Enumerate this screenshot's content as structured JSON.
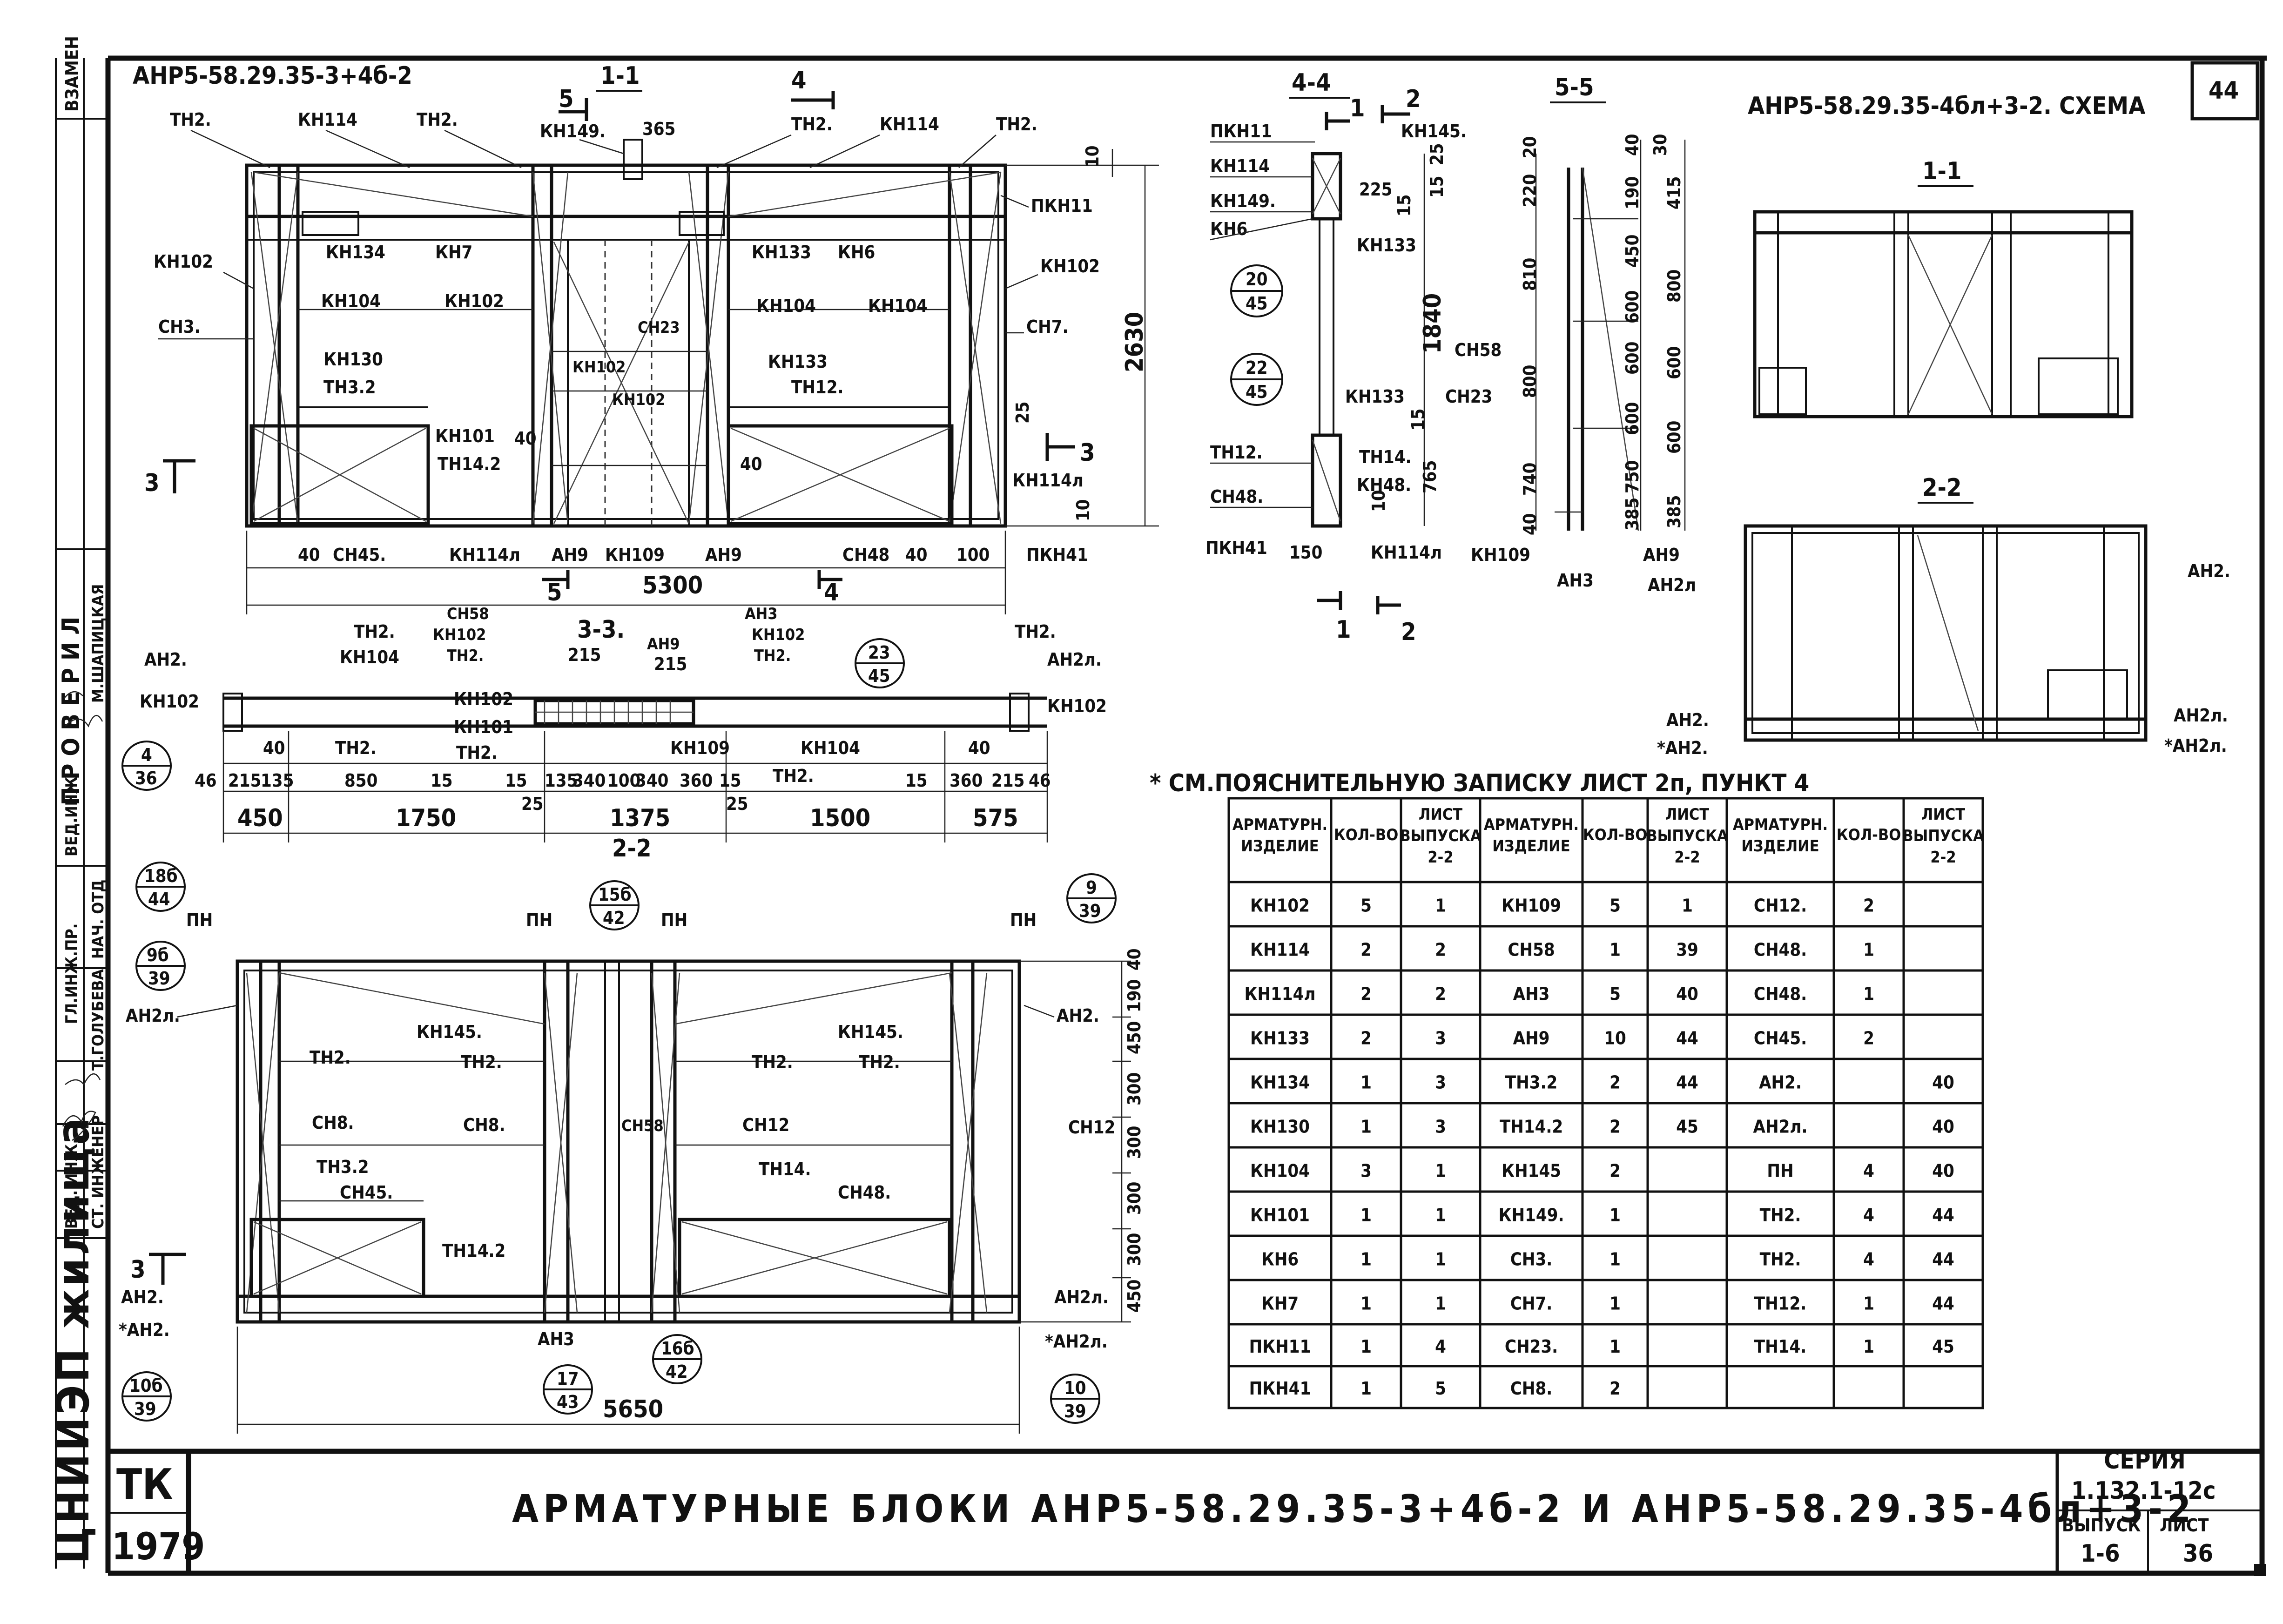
{
  "frame": {
    "side_stamps": [
      "ВЗАМЕН",
      "ПРОВЕРИЛ",
      "ВЕД.ИНЖ",
      "НАЧ. ОТД",
      "СТ. ИНЖЕНЕР",
      "ВЕД. ИНЖ.",
      "ГЛ.ИНЖ.ПР.",
      "М.ШАПИЦКАЯ",
      "Т.ГОЛУБЕВА"
    ],
    "org": "ЦНИИЭП жилища",
    "logo": "ТК",
    "year": "1979",
    "sheet_number_top": "44",
    "series_label": "СЕРИЯ",
    "series_value": "1.132.1-12с",
    "issue_label": "ВЫПУСК",
    "issue_value": "1-6",
    "sheet_label": "ЛИСТ",
    "sheet_value": "36",
    "title": "АРМАТУРНЫЕ БЛОКИ АНР5-58.29.35-3+4б-2 И АНР5-58.29.35-4бл+3-2"
  },
  "drawings": {
    "elev_top": {
      "title": "АНР5-58.29.35-3+4б-2",
      "cut_1": "1-1",
      "cut_5": "5",
      "cut_4": "4",
      "cut_3": "3",
      "dims": {
        "overall_w": "5300",
        "overall_h": "2630",
        "d365": "365",
        "d40a": "40",
        "d40b": "40",
        "d40c": "40",
        "d100": "100",
        "d10a": "10",
        "d10b": "10",
        "d25": "25",
        "d40d": "40"
      },
      "labels": [
        "ТН2.",
        "КН114",
        "ТН2.",
        "ТН2.",
        "КН114",
        "ТН2.",
        "КН149.",
        "КН102",
        "СН3.",
        "КН134",
        "КН7",
        "КН104",
        "КН102",
        "КН130",
        "ТН3.2",
        "КН101",
        "ТН14.2",
        "КН133",
        "КН6",
        "КН104",
        "КН104",
        "КН133",
        "ТН12.",
        "ПКН11",
        "КН102",
        "СН7.",
        "КН114л",
        "ПКН41",
        "СН45.",
        "КН114л",
        "АН9",
        "КН109",
        "АН9",
        "СН48",
        "КН102",
        "КН102",
        "СН23"
      ]
    },
    "plan_33": {
      "title": "3-3.",
      "dims": [
        "450",
        "1750",
        "1375",
        "1500",
        "575",
        "46",
        "215",
        "135",
        "850",
        "15",
        "25",
        "15",
        "135",
        "340",
        "100",
        "340",
        "360",
        "15",
        "25",
        "15",
        "360",
        "215",
        "46",
        "40",
        "40",
        "215",
        "215"
      ],
      "labels": [
        "АН2.",
        "КН102",
        "ТН2.",
        "КН104",
        "ТН2.",
        "СН58",
        "КН102",
        "ТН2.",
        "КН102",
        "КН101",
        "ТН2.",
        "АН9",
        "АН3",
        "КН102",
        "ТН2.",
        "КН109",
        "КН104",
        "ТН2.",
        "ТН2.",
        "АН2л.",
        "КН102"
      ],
      "callout_a": {
        "top": "4",
        "bottom": "36"
      },
      "callout_b": {
        "top": "23",
        "bottom": "45"
      }
    },
    "elev_bottom": {
      "title": "2-2",
      "dims": {
        "overall_w": "5650",
        "d40": "40",
        "d190": "190",
        "d450a": "450",
        "d300a": "300",
        "d300b": "300",
        "d300c": "300",
        "d300d": "300",
        "d450b": "450"
      },
      "labels": [
        "ПН",
        "АН2л.",
        "ТН2.",
        "СН8.",
        "ТН3.2",
        "СН45.",
        "КН145.",
        "ТН2.",
        "СН8.",
        "ПН",
        "ПН",
        "СН58",
        "СН12",
        "ТН2.",
        "ТН14.",
        "СН48.",
        "ТН14.2",
        "КН145.",
        "ТН2.",
        "ПН",
        "АН2.",
        "СН12",
        "АН2л.",
        "*АН2л.",
        "АН2.",
        "*АН2.",
        "АН3"
      ],
      "callouts": [
        {
          "top": "18б",
          "bottom": "44"
        },
        {
          "top": "9б",
          "bottom": "39"
        },
        {
          "top": "15б",
          "bottom": "42"
        },
        {
          "top": "9",
          "bottom": "39"
        },
        {
          "top": "10б",
          "bottom": "39"
        },
        {
          "top": "17",
          "bottom": "43"
        },
        {
          "top": "16б",
          "bottom": "42"
        },
        {
          "top": "10",
          "bottom": "39"
        }
      ]
    },
    "sec_44": {
      "title": "4-4",
      "dims": [
        "25",
        "15",
        "225",
        "15",
        "1840",
        "15",
        "765",
        "10",
        "150"
      ],
      "labels": [
        "ПКН11",
        "КН114",
        "КН149.",
        "КН6",
        "КН145.",
        "КН133",
        "КН133",
        "ТН12.",
        "ТН14.",
        "КН48.",
        "СН48.",
        "ПКН41",
        "КН114л"
      ],
      "callout_a": {
        "top": "20",
        "bottom": "45"
      },
      "callout_b": {
        "top": "22",
        "bottom": "45"
      },
      "cut_1": "1",
      "cut_2": "2"
    },
    "sec_55": {
      "title": "5-5",
      "left_dims": [
        "20",
        "220",
        "810",
        "800",
        "740",
        "40"
      ],
      "right_dims": [
        "40",
        "190",
        "450",
        "600",
        "600",
        "600",
        "750",
        "385",
        "30"
      ],
      "outer_dims": [
        "415",
        "800",
        "600",
        "600",
        "385"
      ],
      "labels": [
        "СН58",
        "СН23",
        "КН109",
        "АН3",
        "АН9"
      ]
    },
    "scheme": {
      "title": "АНР5-58.29.35-4бл+3-2. СХЕМА",
      "cut_1": "1-1",
      "cut_2": "2-2",
      "labels": [
        "АН2.",
        "АН2л",
        "АН2.",
        "*АН2.",
        "АН2л.",
        "*АН2л."
      ]
    }
  },
  "schedule": {
    "note": "* СМ.ПОЯСНИТЕЛЬНУЮ ЗАПИСКУ ЛИСТ 2п, ПУНКТ 4",
    "headers": [
      "АРМАТУРН. ИЗДЕЛИЕ",
      "КОЛ-ВО",
      "ЛИСТ ВЫПУСКА 2-2"
    ],
    "rows": [
      [
        "КН102",
        "5",
        "1",
        "КН109",
        "5",
        "1",
        "СН12.",
        "2",
        ""
      ],
      [
        "КН114",
        "2",
        "2",
        "СН58",
        "1",
        "39",
        "СН48.",
        "1",
        ""
      ],
      [
        "КН114л",
        "2",
        "2",
        "АН3",
        "5",
        "40",
        "СН48.",
        "1",
        ""
      ],
      [
        "КН133",
        "2",
        "3",
        "АН9",
        "10",
        "44",
        "СН45.",
        "2",
        ""
      ],
      [
        "КН134",
        "1",
        "3",
        "ТН3.2",
        "2",
        "44",
        "АН2.",
        "",
        "40"
      ],
      [
        "КН130",
        "1",
        "3",
        "ТН14.2",
        "2",
        "45",
        "АН2л.",
        "",
        "40"
      ],
      [
        "КН104",
        "3",
        "1",
        "КН145",
        "2",
        "",
        "ПН",
        "4",
        "40"
      ],
      [
        "КН101",
        "1",
        "1",
        "КН149.",
        "1",
        "",
        "ТН2.",
        "4",
        "44"
      ],
      [
        "КН6",
        "1",
        "1",
        "СН3.",
        "1",
        "",
        "ТН2.",
        "4",
        "44"
      ],
      [
        "КН7",
        "1",
        "1",
        "СН7.",
        "1",
        "",
        "ТН12.",
        "1",
        "44"
      ],
      [
        "ПКН11",
        "1",
        "4",
        "СН23.",
        "1",
        "",
        "ТН14.",
        "1",
        "45"
      ],
      [
        "ПКН41",
        "1",
        "5",
        "СН8.",
        "2",
        "",
        "",
        "",
        ""
      ]
    ]
  }
}
